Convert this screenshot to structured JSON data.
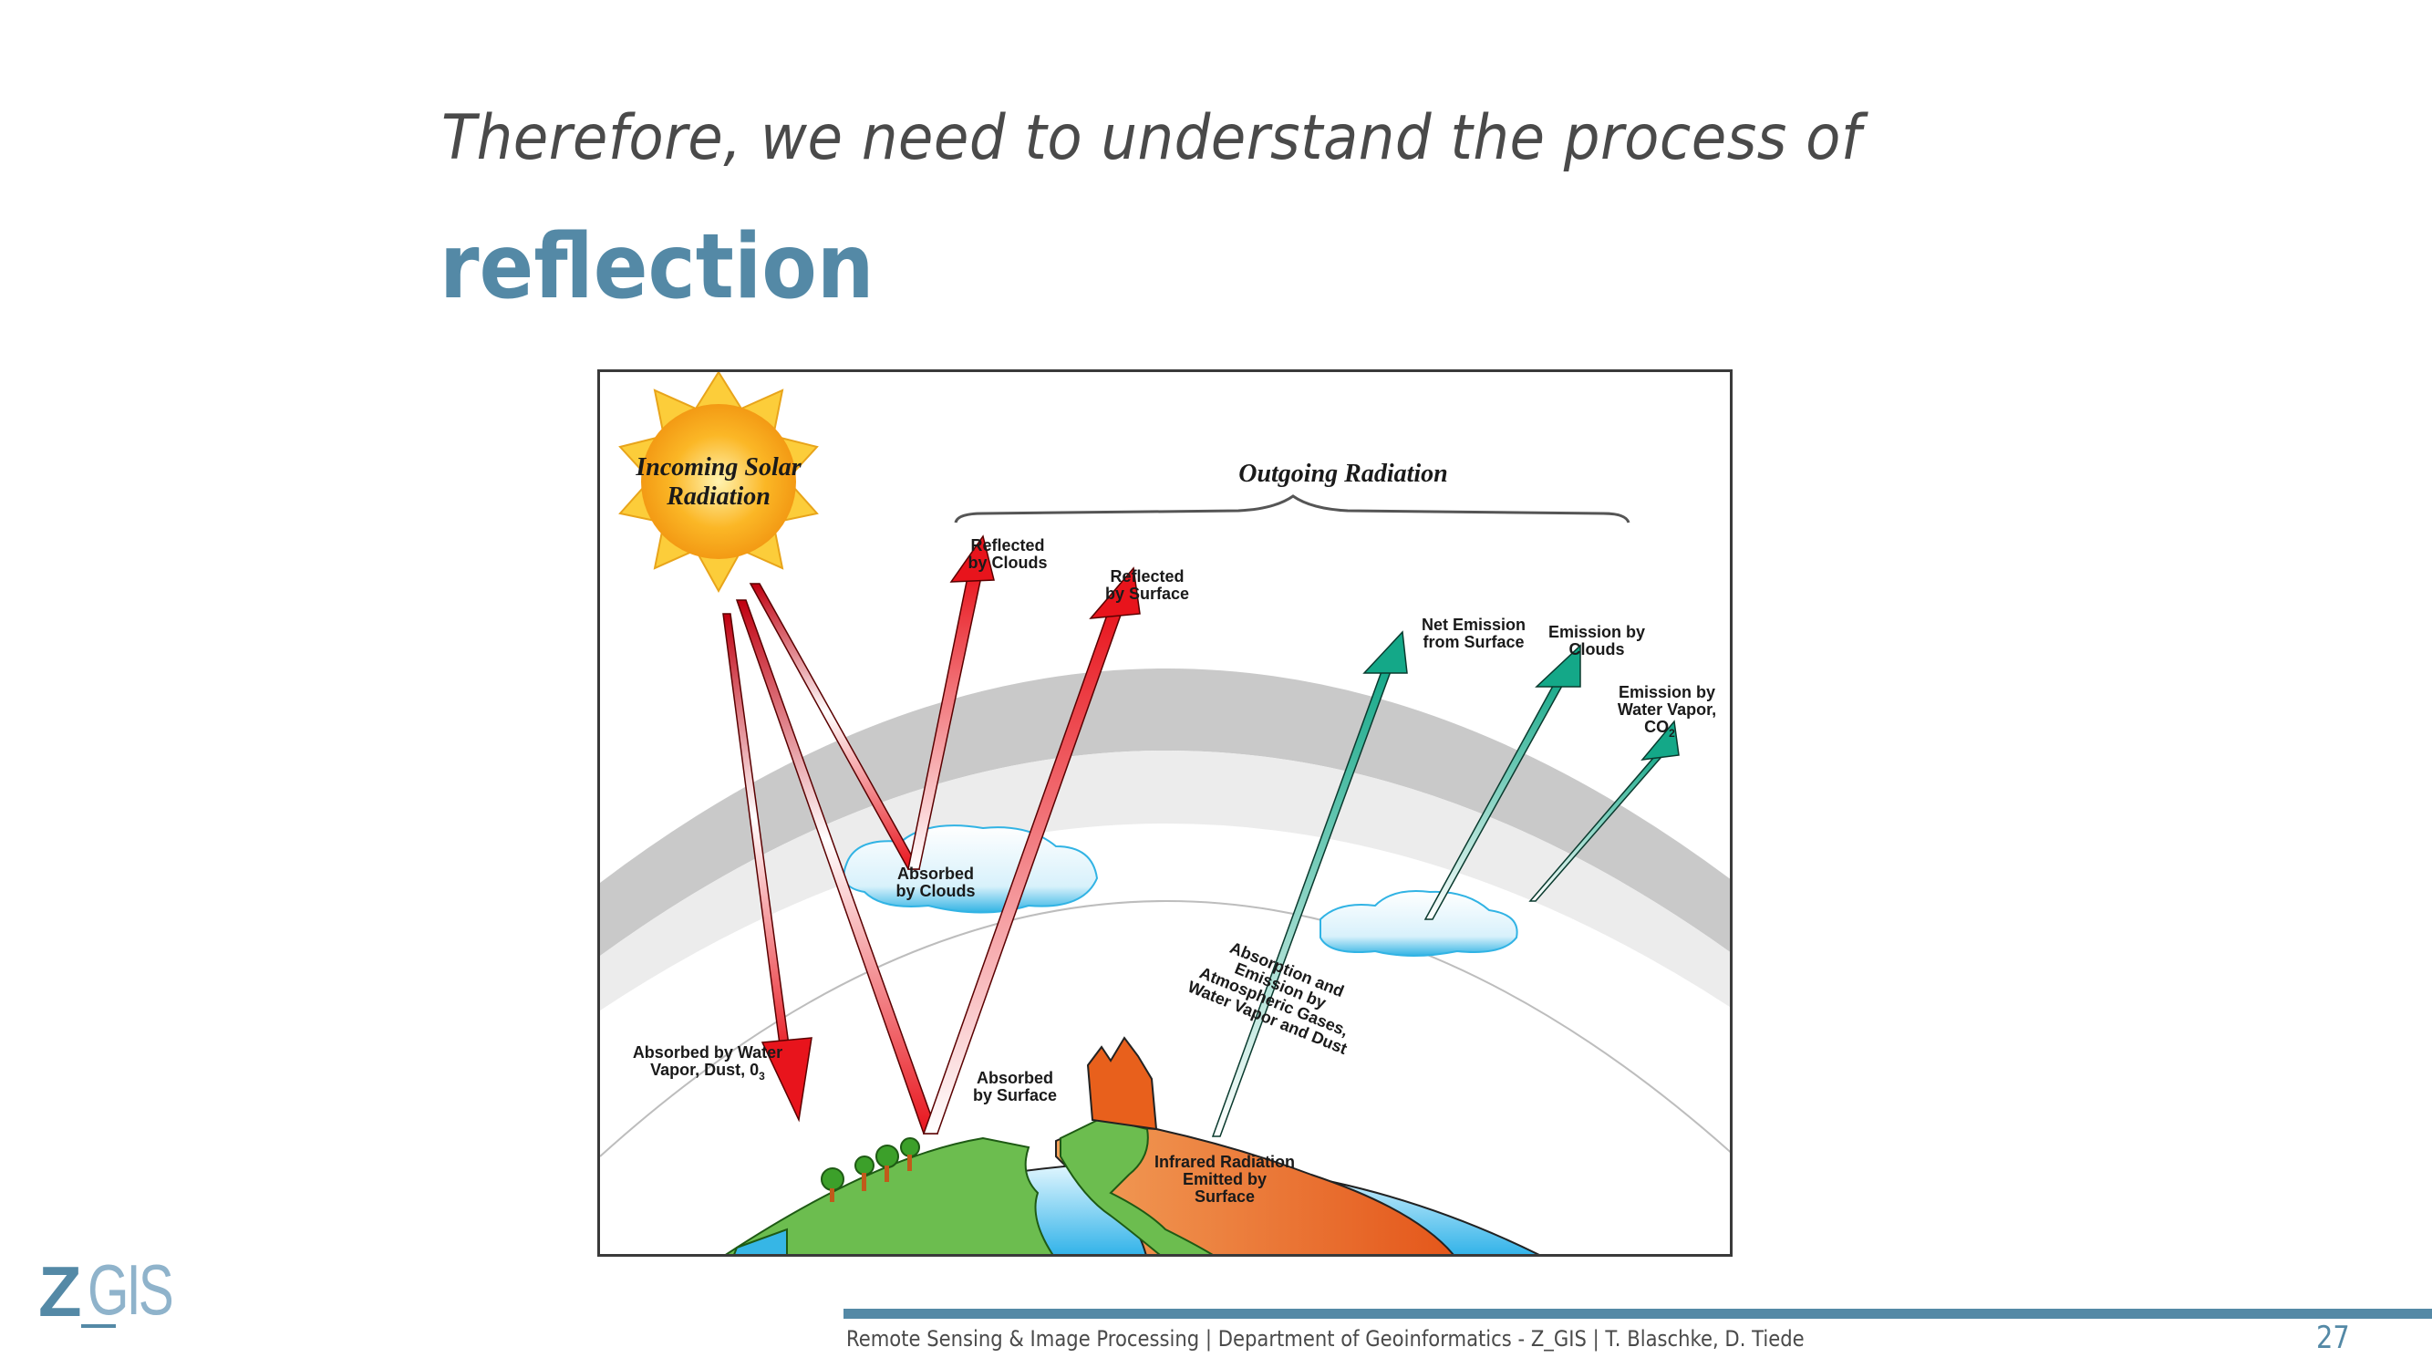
{
  "slide": {
    "subtitle": "Therefore, we need to understand the process of",
    "title": "reflection",
    "page_number": "27"
  },
  "figure": {
    "sun_label_line1": "Incoming Solar",
    "sun_label_line2": "Radiation",
    "outgoing_label": "Outgoing Radiation",
    "labels": {
      "reflected_clouds": [
        "Reflected",
        "by Clouds"
      ],
      "reflected_surface": [
        "Reflected",
        "by Surface"
      ],
      "absorbed_clouds": [
        "Absorbed",
        "by Clouds"
      ],
      "absorbed_water_vapor": [
        "Absorbed by Water",
        "Vapor, Dust, 0",
        "3"
      ],
      "absorbed_surface": [
        "Absorbed",
        "by Surface"
      ],
      "net_emission": [
        "Net Emission",
        "from Surface"
      ],
      "emission_clouds": [
        "Emission by",
        "Clouds"
      ],
      "emission_water_vapor": [
        "Emission by",
        "Water Vapor,",
        "CO",
        "2"
      ],
      "absorption_emission": [
        "Absorption and",
        "Emission by",
        "Atmospheric Gases,",
        "Water Vapor and Dust"
      ],
      "infrared": [
        "Infrared Radiation",
        "Emitted by",
        "Surface"
      ]
    },
    "colors": {
      "incoming_arrow": "#e8141c",
      "outgoing_ir_arrow": "#1aa88a",
      "atmosphere_band": "#c8c8c8",
      "land": "#6cbd4f",
      "ocean": "#36b6e6",
      "warm_land": "#e8601c"
    }
  },
  "logo": {
    "z": "Z",
    "gis": "GIS"
  },
  "footer": {
    "text": "Remote Sensing & Image Processing | Department of Geoinformatics - Z_GIS | T. Blaschke, D. Tiede"
  },
  "theme": {
    "accent": "#5489a6",
    "text": "#4a4a4a"
  }
}
